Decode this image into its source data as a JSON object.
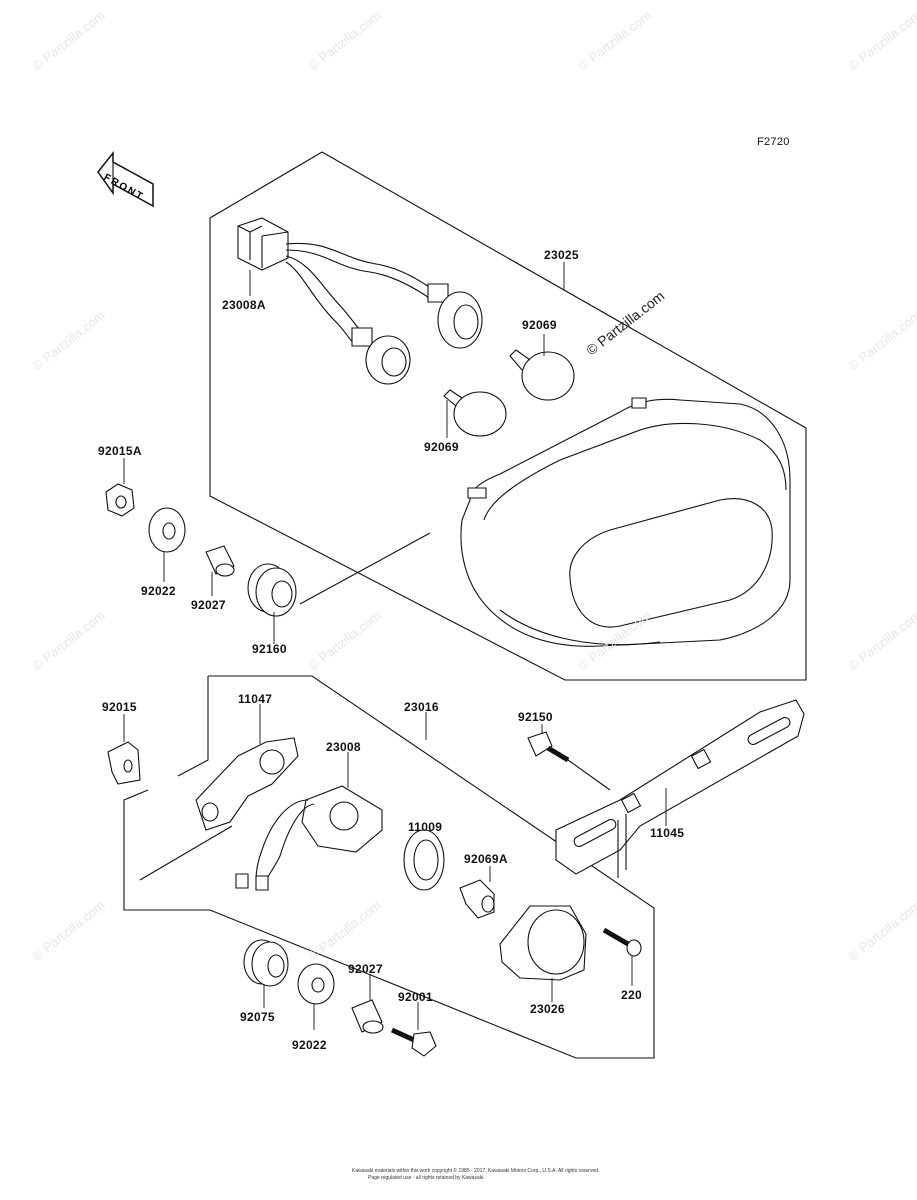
{
  "diagram": {
    "code": "F2720",
    "front_label": "FRONT",
    "watermark_text": "© Partzilla.com",
    "copyright": "Kawasaki materials within this work copyright © 1985 - 2017, Kawasaki Motors Corp., U.S.A. All rights reserved.",
    "copyright_line2": "Page regulated use - all rights retained by Kawasaki.",
    "parts": {
      "p23025": "23025",
      "p23008A": "23008A",
      "p92069_top": "92069",
      "p92069_bottom": "92069",
      "p92015A": "92015A",
      "p92022_upper": "92022",
      "p92027_upper": "92027",
      "p92160": "92160",
      "p92015": "92015",
      "p11047": "11047",
      "p23016": "23016",
      "p23008": "23008",
      "p11009": "11009",
      "p92069A": "92069A",
      "p92150": "92150",
      "p11045": "11045",
      "p23026": "23026",
      "p220": "220",
      "p92075": "92075",
      "p92022_lower": "92022",
      "p92027_lower": "92027",
      "p92001": "92001"
    }
  }
}
